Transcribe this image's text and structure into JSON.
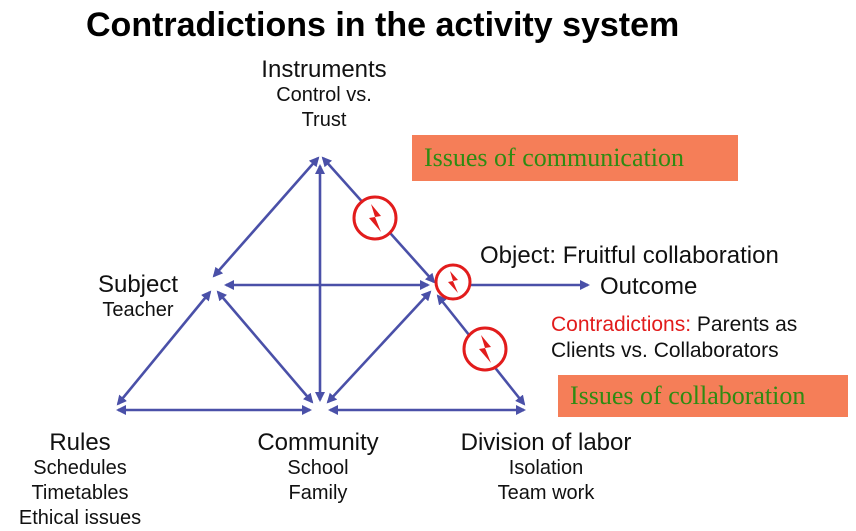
{
  "title": "Contradictions in the activity system",
  "nodes": {
    "instruments": {
      "label": "Instruments",
      "details": [
        "Control vs.",
        "Trust"
      ]
    },
    "subject": {
      "label": "Subject",
      "details": [
        "Teacher"
      ]
    },
    "object": {
      "label": "Object:  Fruitful collaboration",
      "outcome": "Outcome"
    },
    "rules": {
      "label": "Rules",
      "details": [
        "Schedules",
        "Timetables",
        "Ethical issues"
      ]
    },
    "community": {
      "label": "Community",
      "details": [
        "School",
        "Family"
      ]
    },
    "division": {
      "label": "Division of labor",
      "details": [
        "Isolation",
        "Team work"
      ]
    }
  },
  "callouts": {
    "communication": "Issues of communication",
    "collaboration": "Issues of collaboration"
  },
  "contradictions": {
    "label": "Contradictions:",
    "text_line1": "Parents as",
    "text_line2": "Clients vs. Collaborators"
  },
  "colors": {
    "arrow": "#4a50a8",
    "lightning": "#e21c1c",
    "callout_bg": "#f57e58",
    "callout_text": "#2e8b12"
  }
}
